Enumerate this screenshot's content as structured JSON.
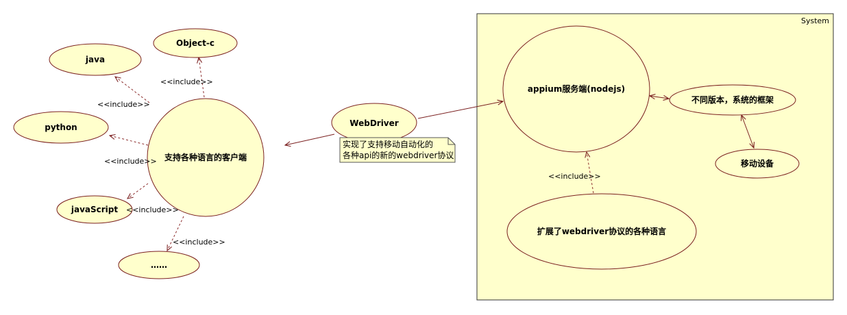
{
  "system": {
    "title": "System"
  },
  "use_cases": {
    "object_c": "Object-c",
    "java": "java",
    "python": "python",
    "javascript": "javaScript",
    "more": "……",
    "client": "支持各种语言的客户端",
    "webdriver": "WebDriver",
    "appium_server": "appium服务端(nodejs)",
    "framework": "不同版本，系统的框架",
    "device": "移动设备",
    "extended_langs": "扩展了webdriver协议的各种语言"
  },
  "stereotypes": {
    "include_object_c": "<<include>>",
    "include_java": "<<include>>",
    "include_python": "<<include>>",
    "include_javascript": "<<include>>",
    "include_more": "<<include>>",
    "include_server": "<<include>>"
  },
  "note": {
    "line1": "实现了支持移动自动化的",
    "line2": "各种api的新的webdriver协议"
  },
  "colors": {
    "usecase_fill": "#ffffcc",
    "border": "#7a1f1f"
  }
}
